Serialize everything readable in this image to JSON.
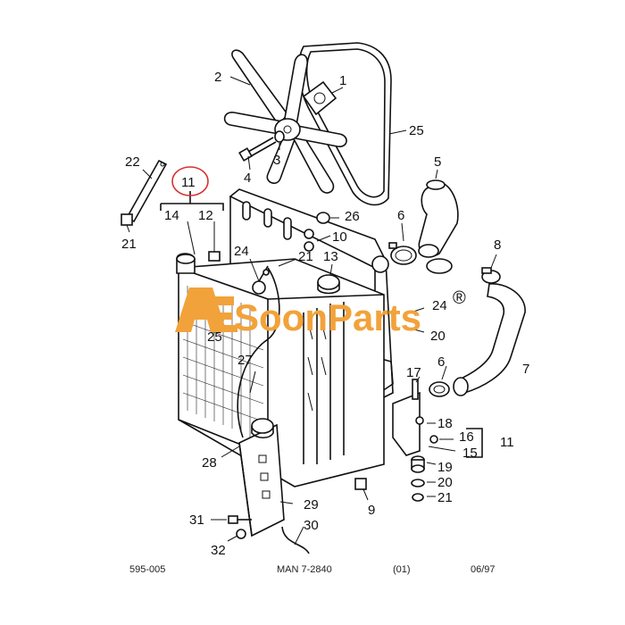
{
  "callouts": [
    {
      "id": "c1",
      "text": "1"
    },
    {
      "id": "c2",
      "text": "2"
    },
    {
      "id": "c3",
      "text": "3"
    },
    {
      "id": "c4",
      "text": "4"
    },
    {
      "id": "c5",
      "text": "5"
    },
    {
      "id": "c6a",
      "text": "6"
    },
    {
      "id": "c6b",
      "text": "6"
    },
    {
      "id": "c7",
      "text": "7"
    },
    {
      "id": "c8",
      "text": "8"
    },
    {
      "id": "c9",
      "text": "9"
    },
    {
      "id": "c10",
      "text": "10"
    },
    {
      "id": "c11a",
      "text": "11"
    },
    {
      "id": "c11b",
      "text": "11"
    },
    {
      "id": "c12",
      "text": "12"
    },
    {
      "id": "c13",
      "text": "13"
    },
    {
      "id": "c14",
      "text": "14"
    },
    {
      "id": "c15",
      "text": "15"
    },
    {
      "id": "c16",
      "text": "16"
    },
    {
      "id": "c17",
      "text": "17"
    },
    {
      "id": "c18",
      "text": "18"
    },
    {
      "id": "c19",
      "text": "19"
    },
    {
      "id": "c20a",
      "text": "20"
    },
    {
      "id": "c20b",
      "text": "20"
    },
    {
      "id": "c21a",
      "text": "21"
    },
    {
      "id": "c21b",
      "text": "21"
    },
    {
      "id": "c21c",
      "text": "21"
    },
    {
      "id": "c22",
      "text": "22"
    },
    {
      "id": "c24a",
      "text": "24"
    },
    {
      "id": "c24b",
      "text": "24"
    },
    {
      "id": "c25a",
      "text": "25"
    },
    {
      "id": "c25b",
      "text": "25"
    },
    {
      "id": "c26",
      "text": "26"
    },
    {
      "id": "c27",
      "text": "27"
    },
    {
      "id": "c28",
      "text": "28"
    },
    {
      "id": "c29",
      "text": "29"
    },
    {
      "id": "c30",
      "text": "30"
    },
    {
      "id": "c31",
      "text": "31"
    },
    {
      "id": "c32",
      "text": "32"
    }
  ],
  "footer": {
    "code": "595-005",
    "manual": "MAN 7-2840",
    "issue": "(01)",
    "date": "06/97"
  },
  "watermark": {
    "brand": "SoonParts",
    "registered": "®",
    "color": "#f2a23a"
  },
  "highlight": {
    "color": "#d83030"
  }
}
